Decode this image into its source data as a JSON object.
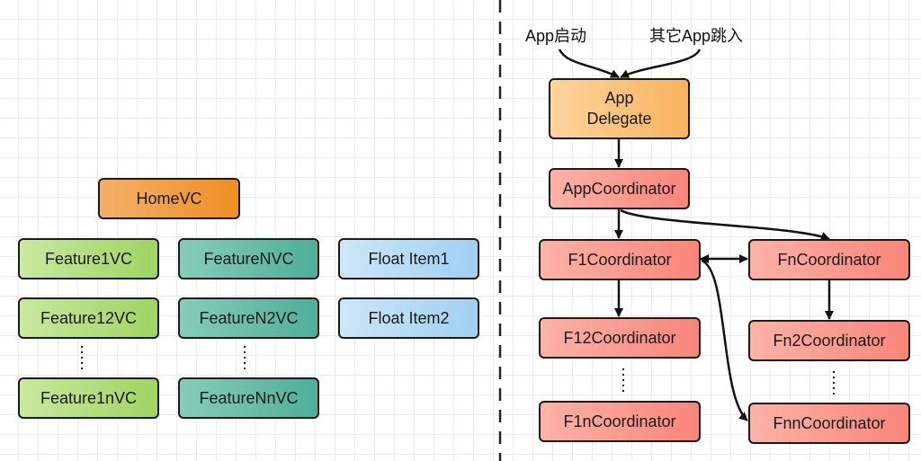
{
  "left": {
    "home": "HomeVC",
    "features": [
      "Feature1VC",
      "Feature12VC",
      "Feature1nVC",
      "FeatureNVC",
      "FeatureN2VC",
      "FeatureNnVC"
    ],
    "floats": [
      "Float Item1",
      "Float Item2"
    ]
  },
  "right": {
    "entry_labels": [
      "App启动",
      "其它App跳入"
    ],
    "app_delegate": [
      "App",
      "Delegate"
    ],
    "coordinators": {
      "app": "AppCoordinator",
      "f1": "F1Coordinator",
      "f12": "F12Coordinator",
      "f1n": "F1nCoordinator",
      "fn": "FnCoordinator",
      "fn2": "Fn2Coordinator",
      "fnn": "FnnCoordinator"
    }
  }
}
